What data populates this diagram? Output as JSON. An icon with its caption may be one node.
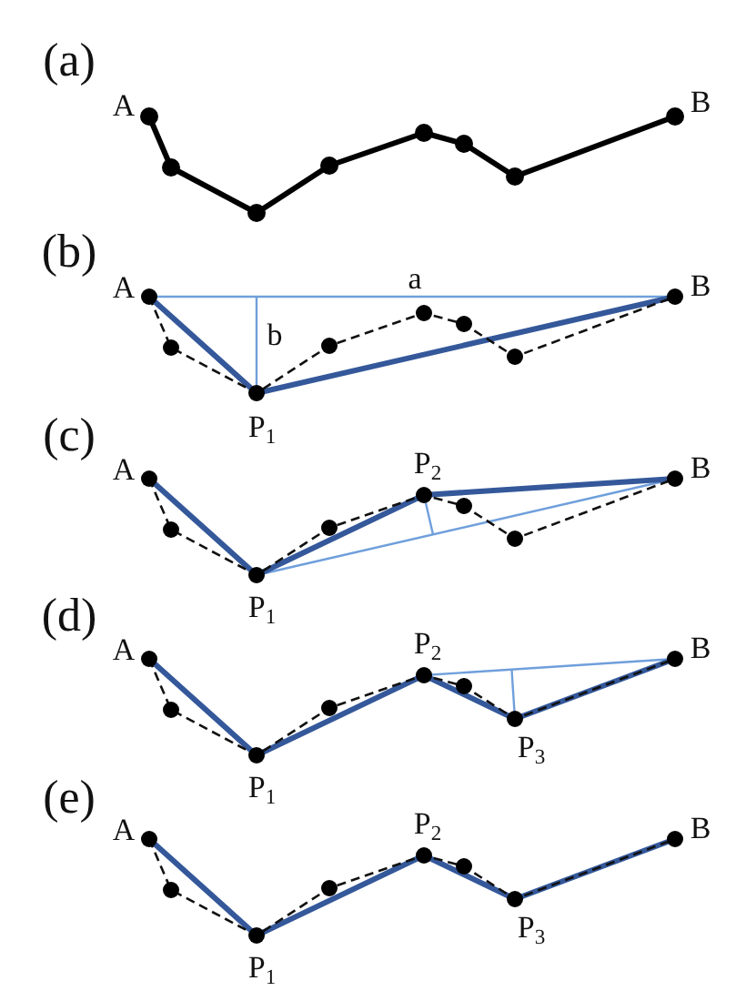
{
  "diagram": {
    "labels": [
      "(a)",
      "A",
      "B",
      "(b)",
      "a",
      "A",
      "B",
      "b",
      "P$_{1}$",
      "(c)",
      "P$_{2}$",
      "A",
      "B",
      "P$_{1}$",
      "(d)",
      "P$_{2}$",
      "A",
      "B",
      "P$_{3}$",
      "P$_{1}$",
      "(e)",
      "P$_{2}$",
      "A",
      "B",
      "P$_{3}$",
      "P$_{1}$"
    ]
  }
}
